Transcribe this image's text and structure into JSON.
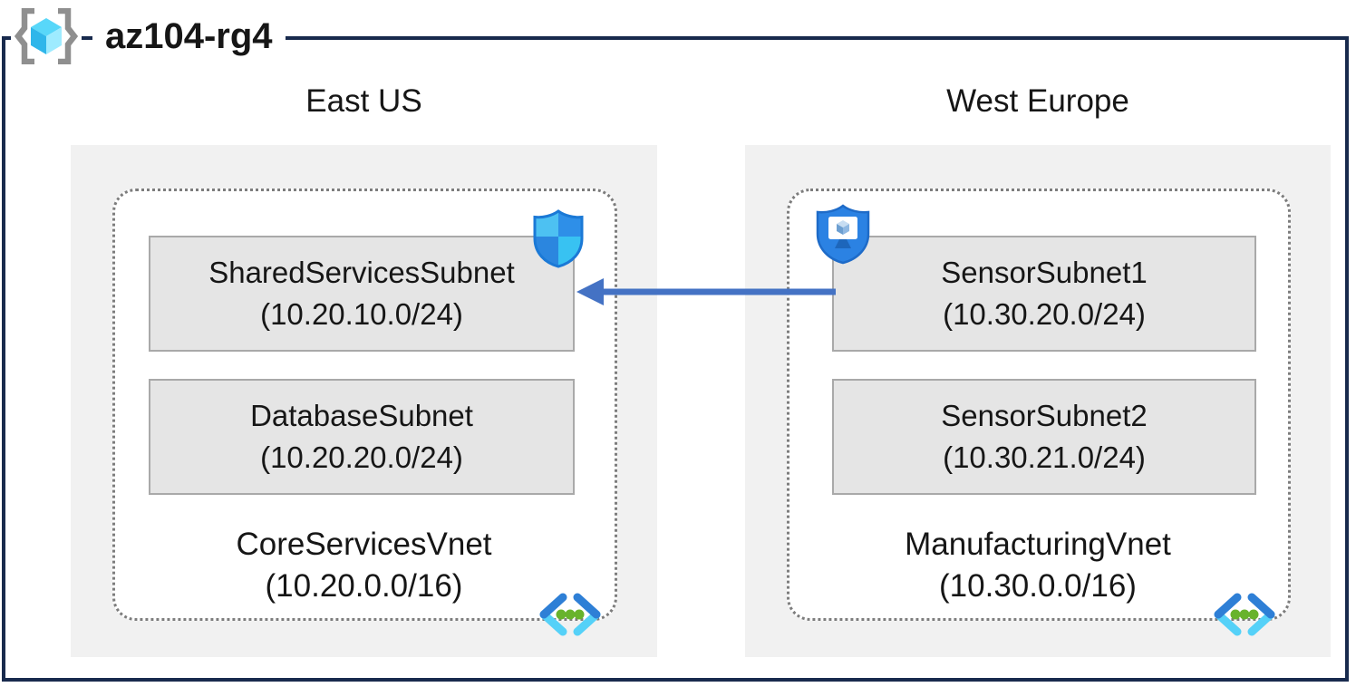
{
  "resource_group": {
    "title": "az104-rg4"
  },
  "regions": [
    {
      "name": "East US",
      "vnet": {
        "name": "CoreServicesVnet",
        "cidr": "(10.20.0.0/16)"
      },
      "subnets": [
        {
          "name": "SharedServicesSubnet",
          "cidr": "(10.20.10.0/24)",
          "badge": "nsg-shield-icon"
        },
        {
          "name": "DatabaseSubnet",
          "cidr": "(10.20.20.0/24)",
          "badge": ""
        }
      ]
    },
    {
      "name": "West Europe",
      "vnet": {
        "name": "ManufacturingVnet",
        "cidr": "(10.30.0.0/16)"
      },
      "subnets": [
        {
          "name": "SensorSubnet1",
          "cidr": "(10.30.20.0/24)",
          "badge": "bastion-shield-icon"
        },
        {
          "name": "SensorSubnet2",
          "cidr": "(10.30.21.0/24)",
          "badge": ""
        }
      ]
    }
  ],
  "connection": {
    "from": "SensorSubnet1",
    "to": "SharedServicesSubnet",
    "direction": "right-to-left",
    "color": "#4472C4"
  },
  "icons": {
    "resource_group": "resource-group-icon",
    "virtual_network": "virtual-network-icon",
    "nsg": "nsg-shield-icon",
    "bastion": "bastion-shield-icon"
  },
  "colors": {
    "frame": "#182a4d",
    "region_bg": "#f1f1f1",
    "subnet_bg": "#e5e5e5",
    "subnet_border": "#a9a9a9",
    "dashed_border": "#7d7d7d",
    "arrow": "#4472C4",
    "azure_dark_blue": "#2E8FE8",
    "azure_light_blue": "#4DC1F2",
    "vnet_green": "#68B32C"
  }
}
